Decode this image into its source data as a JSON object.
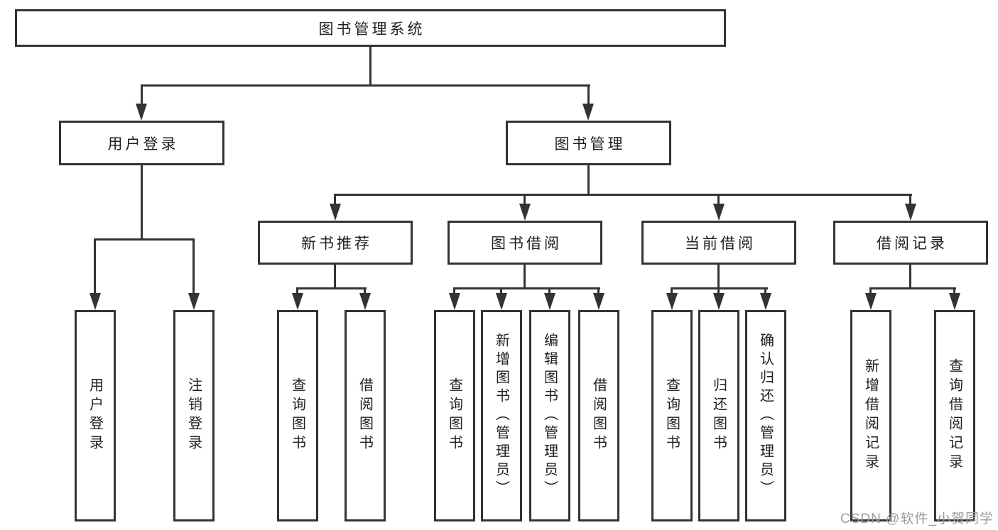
{
  "diagram": {
    "title": "图书管理系统",
    "root": {
      "label": "图书管理系统"
    },
    "level2": [
      {
        "label": "用户登录"
      },
      {
        "label": "图书管理"
      }
    ],
    "level3": [
      {
        "label": "新书推荐"
      },
      {
        "label": "图书借阅"
      },
      {
        "label": "当前借阅"
      },
      {
        "label": "借阅记录"
      }
    ],
    "leaves": {
      "user_login": [
        {
          "label": "用户登录"
        },
        {
          "label": "注销登录"
        }
      ],
      "new_book": [
        {
          "label": "查询图书"
        },
        {
          "label": "借阅图书"
        }
      ],
      "book_borrow": [
        {
          "label": "查询图书"
        },
        {
          "label": "新增图书（管理员）"
        },
        {
          "label": "编辑图书（管理员）"
        },
        {
          "label": "借阅图书"
        }
      ],
      "current_borrow": [
        {
          "label": "查询图书"
        },
        {
          "label": "归还图书"
        },
        {
          "label": "确认归还（管理员）"
        }
      ],
      "borrow_records": [
        {
          "label": "新增借阅记录"
        },
        {
          "label": "查询借阅记录"
        }
      ]
    }
  },
  "watermark": {
    "text": "CSDN @软件_小贺同学"
  },
  "colors": {
    "line": "#333333",
    "text": "#1f1f1f",
    "watermark": "#9c9c9c",
    "background": "#ffffff"
  }
}
